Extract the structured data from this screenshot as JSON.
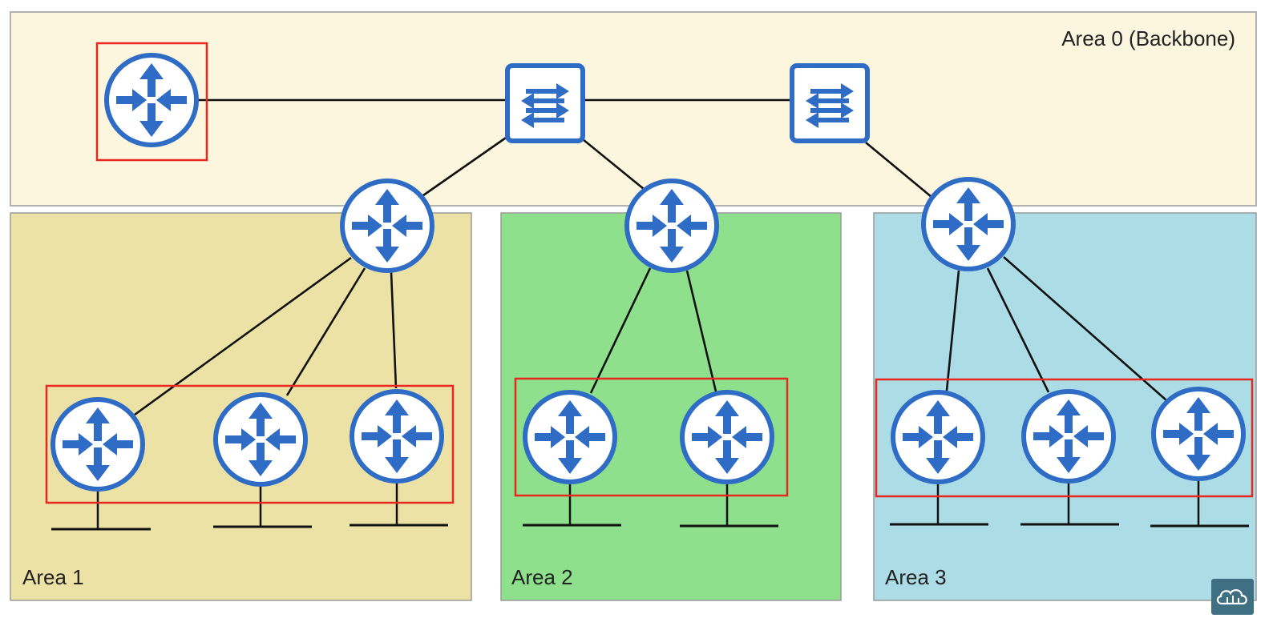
{
  "areas": {
    "area0": {
      "label": "Area 0 (Backbone)",
      "fill": "#fcf6df"
    },
    "area1": {
      "label": "Area 1",
      "fill": "#ede2a6"
    },
    "area2": {
      "label": "Area 2",
      "fill": "#8ee08d"
    },
    "area3": {
      "label": "Area 3",
      "fill": "#acdce5"
    }
  },
  "colors": {
    "router_icon": "#2f6cc5",
    "highlight_box": "#e8281e",
    "link": "#111111",
    "logo_background": "#3f6f82"
  },
  "icons": {
    "router": "router-icon",
    "switch": "switch-icon",
    "logo": "cloud-logo-icon"
  }
}
